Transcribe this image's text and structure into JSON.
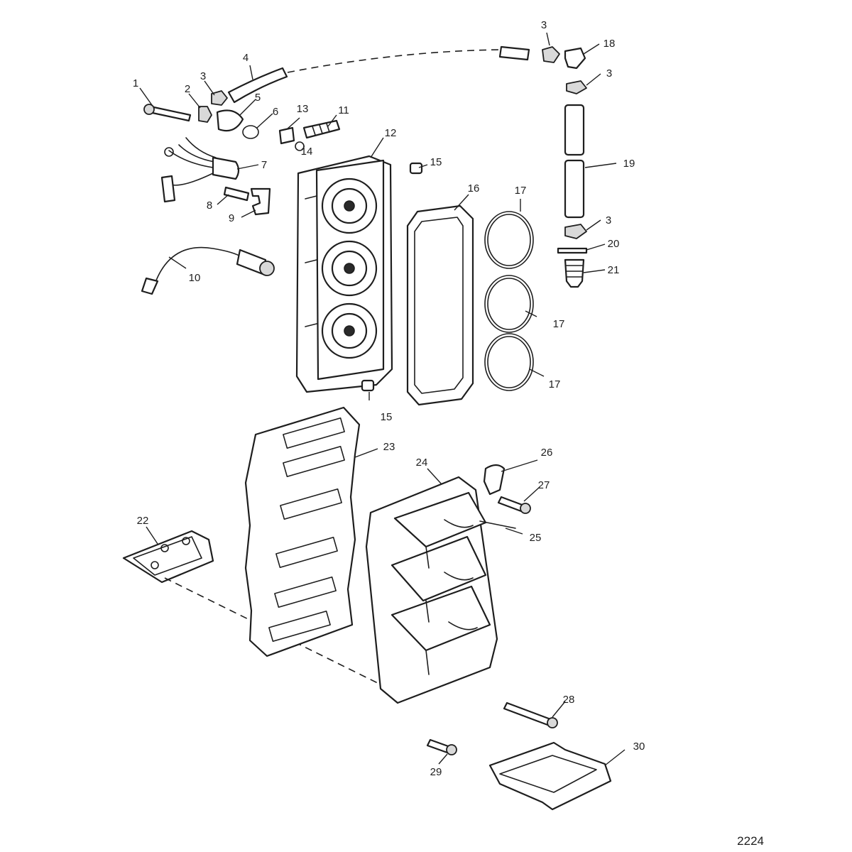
{
  "diagram": {
    "reference_number": "2224",
    "callouts": [
      {
        "label": "1"
      },
      {
        "label": "2"
      },
      {
        "label": "3"
      },
      {
        "label": "4"
      },
      {
        "label": "5"
      },
      {
        "label": "6"
      },
      {
        "label": "7"
      },
      {
        "label": "8"
      },
      {
        "label": "9"
      },
      {
        "label": "10"
      },
      {
        "label": "11"
      },
      {
        "label": "12"
      },
      {
        "label": "13"
      },
      {
        "label": "14"
      },
      {
        "label": "15"
      },
      {
        "label": "15"
      },
      {
        "label": "16"
      },
      {
        "label": "17"
      },
      {
        "label": "17"
      },
      {
        "label": "17"
      },
      {
        "label": "3"
      },
      {
        "label": "18"
      },
      {
        "label": "3"
      },
      {
        "label": "19"
      },
      {
        "label": "3"
      },
      {
        "label": "20"
      },
      {
        "label": "21"
      },
      {
        "label": "22"
      },
      {
        "label": "23"
      },
      {
        "label": "24"
      },
      {
        "label": "25"
      },
      {
        "label": "26"
      },
      {
        "label": "27"
      },
      {
        "label": "28"
      },
      {
        "label": "29"
      },
      {
        "label": "30"
      }
    ]
  }
}
